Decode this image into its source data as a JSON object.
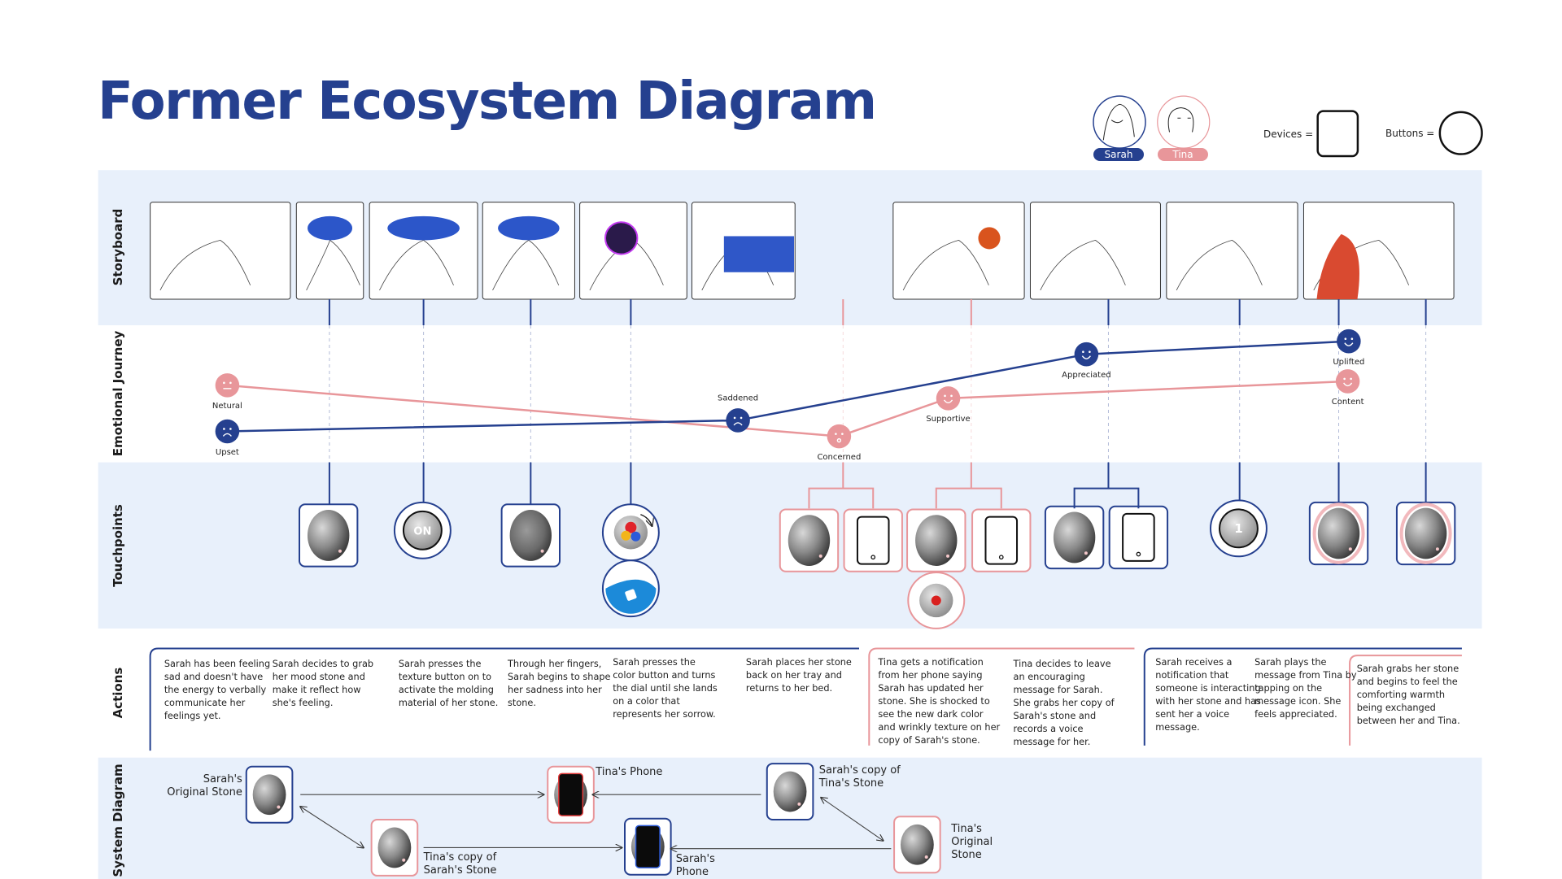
{
  "title": "Former Ecosystem Diagram",
  "colors": {
    "sarah": "#25408f",
    "tina": "#e8969a",
    "band": "#e8f0fb",
    "title": "#25408f"
  },
  "personas": [
    {
      "name": "Sarah",
      "color": "#25408f"
    },
    {
      "name": "Tina",
      "color": "#e8969a"
    }
  ],
  "legend": {
    "devices": "Devices  =",
    "buttons": "Buttons  ="
  },
  "rows": [
    "Storyboard",
    "Emotional Journey",
    "Touchpoints",
    "Actions",
    "System Diagram"
  ],
  "emotional_journey": {
    "sarah": [
      {
        "label": "Upset",
        "mood": "sad"
      },
      {
        "label": "Saddened",
        "mood": "sad"
      },
      {
        "label": "Appreciated",
        "mood": "happy"
      },
      {
        "label": "Uplifted",
        "mood": "happy"
      }
    ],
    "tina": [
      {
        "label": "Netural",
        "mood": "neutral"
      },
      {
        "label": "Concerned",
        "mood": "surprised"
      },
      {
        "label": "Supportive",
        "mood": "happy"
      },
      {
        "label": "Content",
        "mood": "happy"
      }
    ]
  },
  "touchpoints": [
    {
      "type": "stone",
      "owner": "sarah"
    },
    {
      "type": "button",
      "owner": "sarah",
      "label": "ON"
    },
    {
      "type": "textured-stone",
      "owner": "sarah"
    },
    {
      "type": "color-button",
      "owner": "sarah"
    },
    {
      "type": "dial-button",
      "owner": "sarah"
    },
    {
      "type": "stone",
      "owner": "tina"
    },
    {
      "type": "phone",
      "owner": "tina"
    },
    {
      "type": "stone",
      "owner": "tina"
    },
    {
      "type": "phone",
      "owner": "tina"
    },
    {
      "type": "record-button",
      "owner": "tina"
    },
    {
      "type": "stone",
      "owner": "sarah"
    },
    {
      "type": "phone",
      "owner": "sarah"
    },
    {
      "type": "button",
      "owner": "sarah",
      "label": "1"
    },
    {
      "type": "warm-stone",
      "owner": "sarah"
    },
    {
      "type": "warm-stone",
      "owner": "sarah"
    }
  ],
  "actions": [
    "Sarah has been feeling sad and doesn't have the energy to verbally communicate her feelings yet.",
    "Sarah decides to grab her mood stone and make it reflect how she's feeling.",
    "Sarah presses the texture button on to activate the molding material of her stone.",
    "Through her fingers, Sarah begins to shape her sadness into her stone.",
    "Sarah presses the color button and turns the dial until she lands on a color that represents her sorrow.",
    "Sarah places her stone back on her tray and returns to her bed.",
    "Tina gets a notification from her phone saying Sarah has updated her stone. She is shocked to see the new dark color and wrinkly texture on her copy of Sarah's stone.",
    "Tina decides to leave an encouraging message for Sarah. She grabs her copy of Sarah's stone and records a voice message for her.",
    "Sarah receives a notification that someone is interacting with her stone and has sent her a voice message.",
    "Sarah plays the message from Tina by tapping on the message icon. She feels appreciated.",
    "Sarah grabs her stone and begins to feel the comforting warmth being exchanged between her and Tina."
  ],
  "system": [
    {
      "label": "Sarah's Original Stone",
      "type": "stone",
      "owner": "sarah"
    },
    {
      "label": "Tina's Phone",
      "type": "phone",
      "owner": "tina"
    },
    {
      "label": "Sarah's copy of Tina's Stone",
      "type": "stone",
      "owner": "sarah"
    },
    {
      "label": "Tina's copy of Sarah's Stone",
      "type": "stone",
      "owner": "tina"
    },
    {
      "label": "Sarah's Phone",
      "type": "phone",
      "owner": "sarah"
    },
    {
      "label": "Tina's Original Stone",
      "type": "stone",
      "owner": "tina"
    }
  ]
}
